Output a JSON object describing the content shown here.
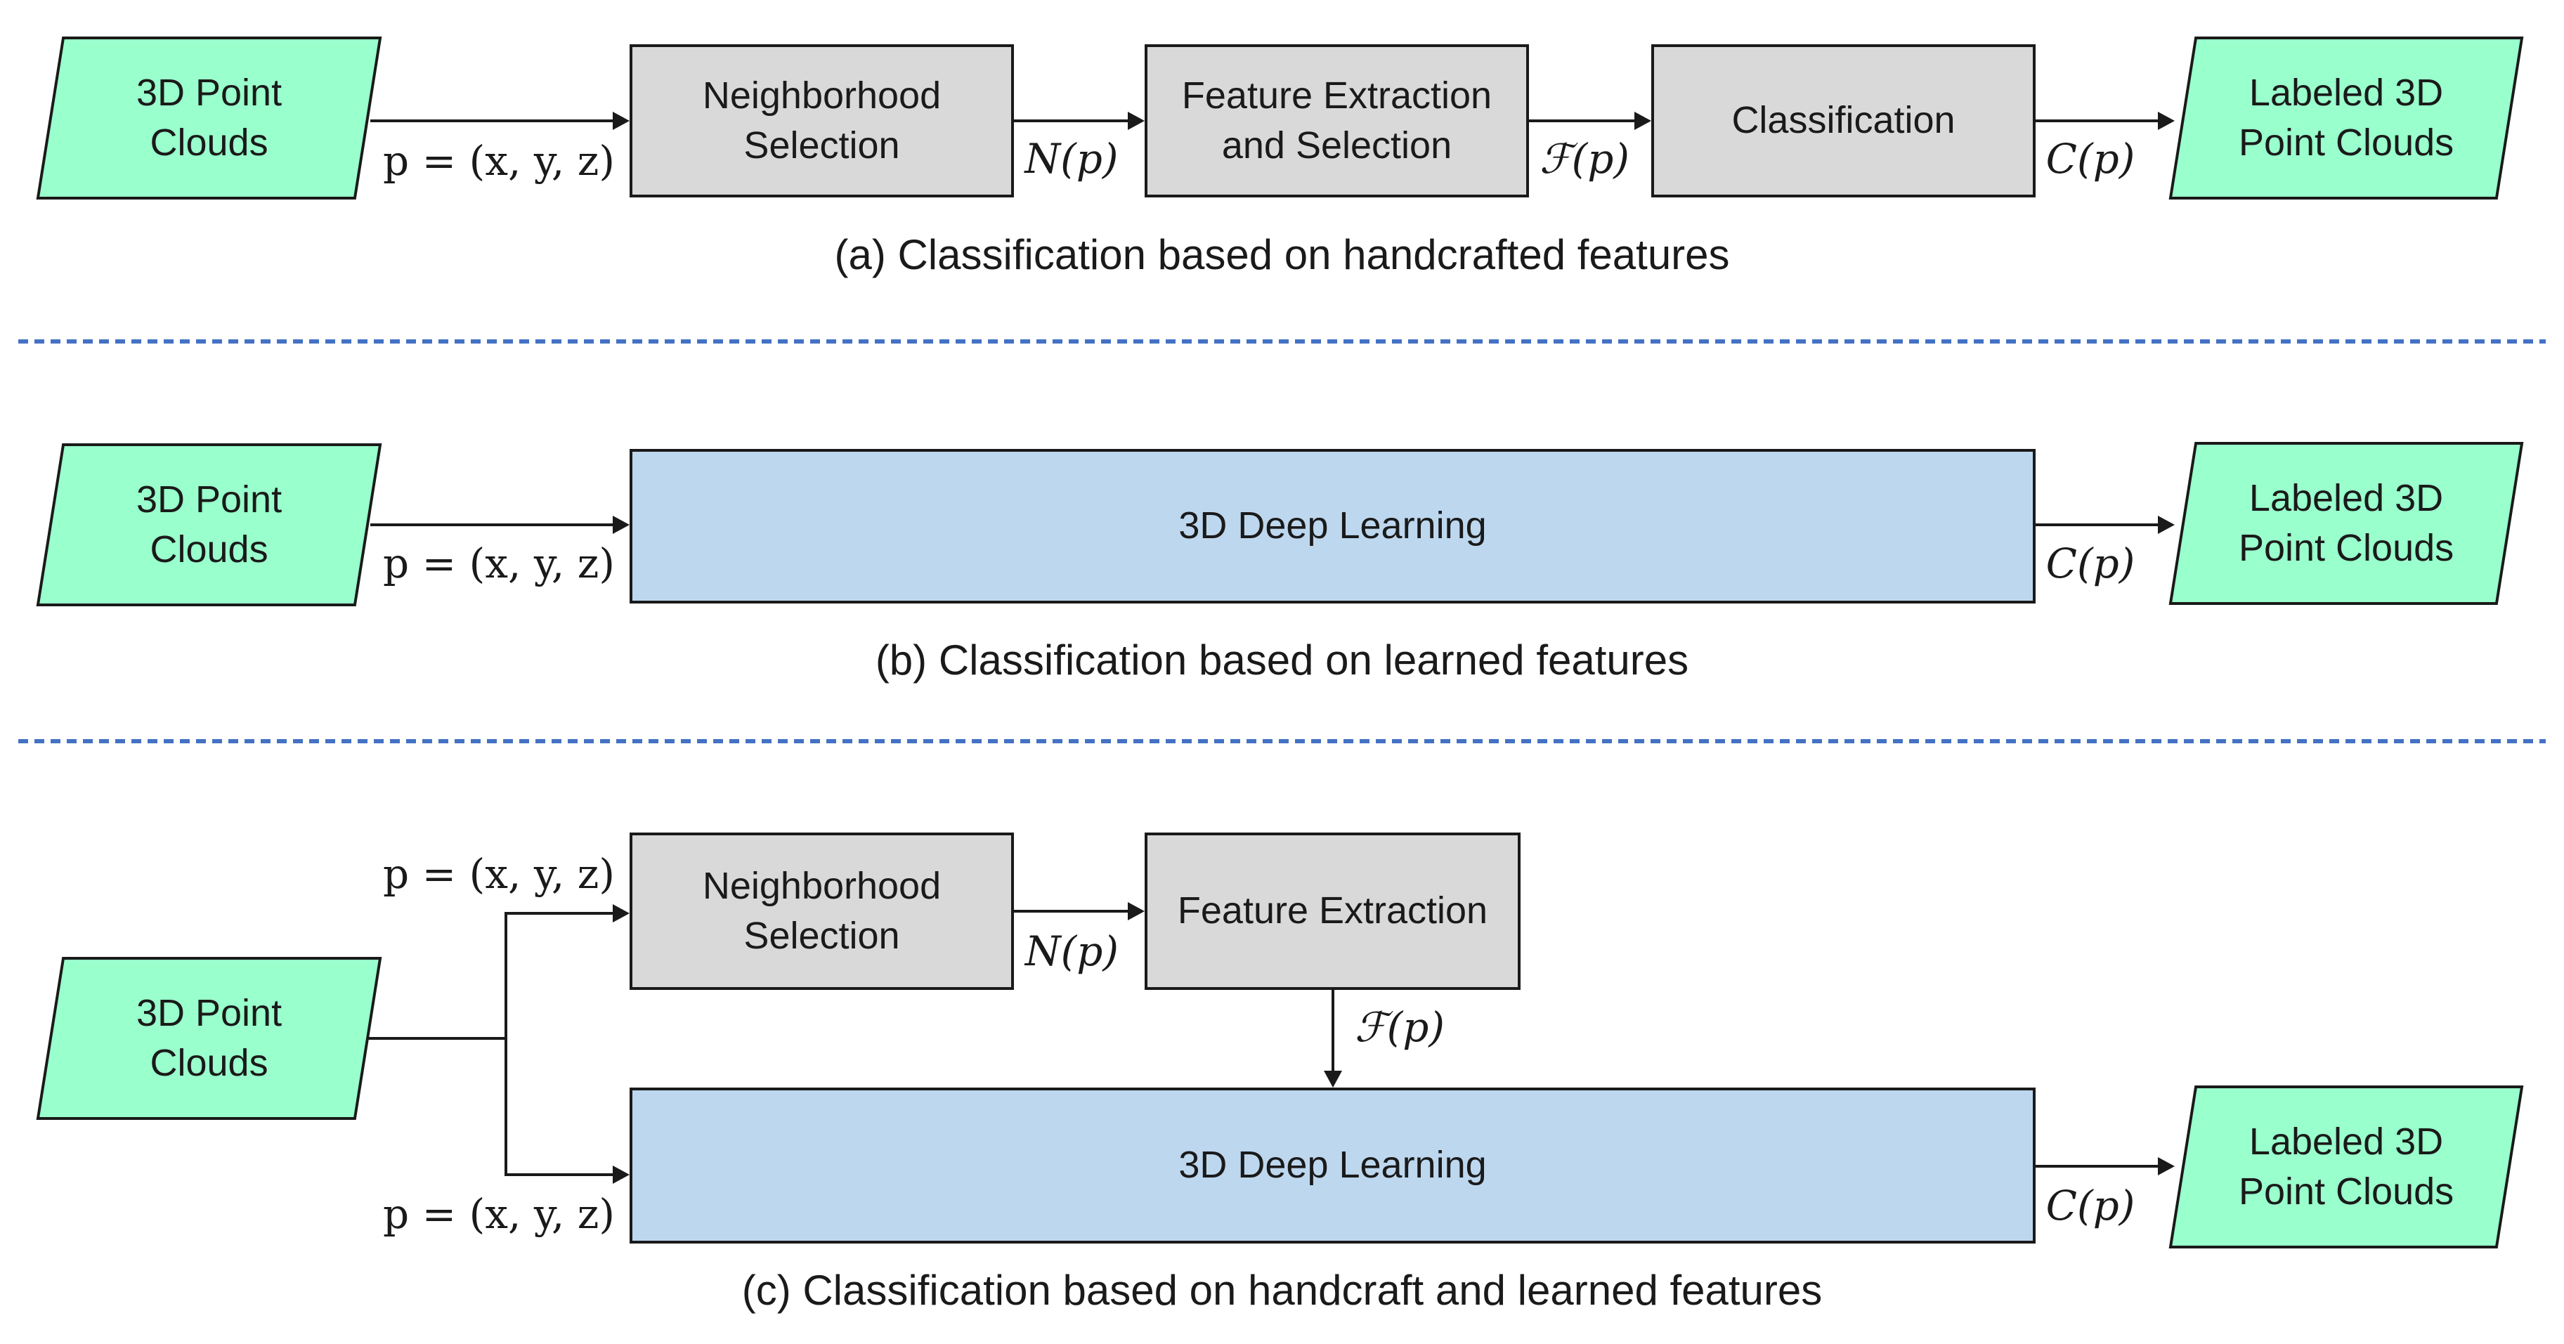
{
  "colors": {
    "io_shape_fill": "#99FFCC",
    "process_box_fill": "#D9D9D9",
    "deep_learning_box_fill": "#BDD7EE",
    "outline": "#1A1A1A",
    "divider_blue": "#4472C4"
  },
  "diagram_a": {
    "caption": "(a) Classification based on handcrafted features",
    "input_shape": "3D Point\nClouds",
    "input_arrow_label": "p = (x, y, z)",
    "box_neighborhood": "Neighborhood\nSelection",
    "arrow_neighborhood_label": "N(p)",
    "box_feature": "Feature Extraction\nand Selection",
    "arrow_feature_label": "ℱ(p)",
    "box_classification": "Classification",
    "arrow_classification_label": "C(p)",
    "output_shape": "Labeled 3D\nPoint Clouds"
  },
  "diagram_b": {
    "caption": "(b) Classification based on learned features",
    "input_shape": "3D Point\nClouds",
    "input_arrow_label": "p = (x, y, z)",
    "box_deep_learning": "3D Deep Learning",
    "arrow_classification_label": "C(p)",
    "output_shape": "Labeled 3D\nPoint Clouds"
  },
  "diagram_c": {
    "caption": "(c) Classification based on handcraft and learned features",
    "input_shape": "3D Point\nClouds",
    "top_branch_label": "p = (x, y, z)",
    "bottom_branch_label": "p = (x, y, z)",
    "box_neighborhood": "Neighborhood\nSelection",
    "arrow_neighborhood_label": "N(p)",
    "box_feature": "Feature Extraction",
    "arrow_feature_label": "ℱ(p)",
    "box_deep_learning": "3D Deep Learning",
    "arrow_classification_label": "C(p)",
    "output_shape": "Labeled 3D\nPoint Clouds"
  }
}
